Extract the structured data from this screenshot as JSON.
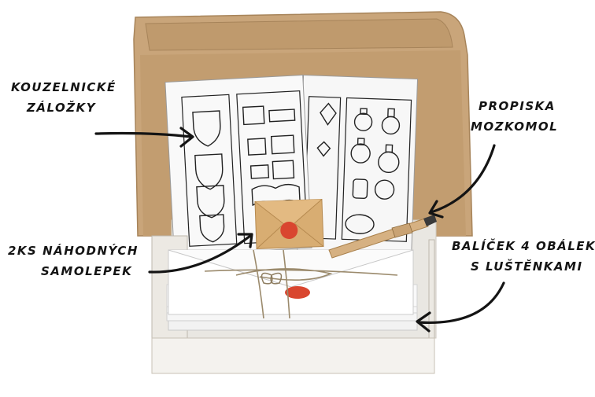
{
  "labels": {
    "bookmarks": {
      "line1": "KOUZELNICKÉ",
      "line2": "ZÁLOŽKY"
    },
    "pen": {
      "line1": "PROPISKA",
      "line2": "MOZKOMOL"
    },
    "stickers": {
      "line1": "2KS NÁHODNÝCH",
      "line2": "SAMOLEPEK"
    },
    "envelopes": {
      "line1": "BALÍČEK 4 OBÁLEK",
      "line2": "S LUŠTĚNKAMI"
    }
  },
  "colors": {
    "cardboard": "#c9a57a",
    "cardboard_dark": "#b08a5d",
    "paper": "#f7f7f7",
    "seal_red": "#d9462f",
    "kraft": "#d8ad72",
    "ink": "#141414"
  }
}
